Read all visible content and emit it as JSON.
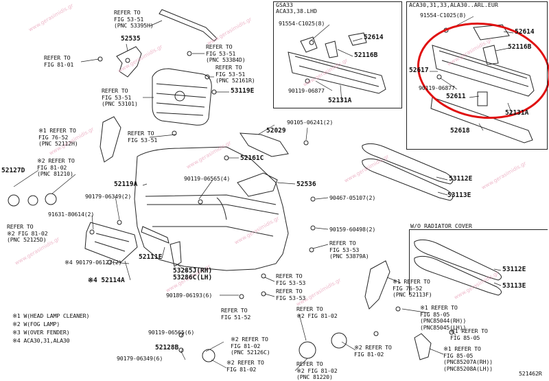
{
  "diagram_code": "521462R",
  "boxes": {
    "middle_header": [
      "GSA33",
      "ACA33,38.LHD"
    ],
    "right_header": "ACA30,31,33,ALA30..ARL.EUR",
    "radiator_header": "W/O RADIATOR COVER"
  },
  "watermark": "www.gerasimidis.gr",
  "labels": [
    {
      "id": "l1",
      "text": "REFER TO\nFIG 53-51\n(PNC 53395H)"
    },
    {
      "id": "l2",
      "text": "52535"
    },
    {
      "id": "l3",
      "text": "REFER TO\nFIG 81-01"
    },
    {
      "id": "l4",
      "text": "REFER TO\nFIG 53-51\n(PNC 53384D)"
    },
    {
      "id": "l5",
      "text": "REFER TO\nFIG 53-51\n(PNC 52161R)"
    },
    {
      "id": "l6",
      "text": "53119E"
    },
    {
      "id": "l7",
      "text": "REFER TO\nFIG 53-51\n(PNC 53101)"
    },
    {
      "id": "l8",
      "text": "※1 REFER TO\nFIG 76-52\n(PNC 52112H)"
    },
    {
      "id": "l9",
      "text": "REFER TO\nFIG 53-51"
    },
    {
      "id": "l10",
      "text": "52127D"
    },
    {
      "id": "l11",
      "text": "※2 REFER TO\nFIG 81-02\n(PNC 81210)"
    },
    {
      "id": "l12",
      "text": "52119A"
    },
    {
      "id": "l13",
      "text": "90119-06565(4)"
    },
    {
      "id": "l14",
      "text": "52161C"
    },
    {
      "id": "l15",
      "text": "90179-06349(2)"
    },
    {
      "id": "l16",
      "text": "91631-80614(2)"
    },
    {
      "id": "l17",
      "text": "REFER TO\n※2 FIG 81-02\n(PNC 52125D)"
    },
    {
      "id": "l18",
      "text": "※4 90179-06127(2)"
    },
    {
      "id": "l19",
      "text": "※4 52114A"
    },
    {
      "id": "l20",
      "text": "52111E"
    },
    {
      "id": "l21",
      "text": "53285J(RH)\n53286C(LH)"
    },
    {
      "id": "l22",
      "text": "90189-06193(6)"
    },
    {
      "id": "l23",
      "text": "REFER TO\nFIG 53-53"
    },
    {
      "id": "l24",
      "text": "REFER TO\nFIG 53-53"
    },
    {
      "id": "l25",
      "text": "REFER TO\nFIG 51-52"
    },
    {
      "id": "l26",
      "text": "52029"
    },
    {
      "id": "l27",
      "text": "90105-06241(2)"
    },
    {
      "id": "l28",
      "text": "52536"
    },
    {
      "id": "l29",
      "text": "90467-05107(2)"
    },
    {
      "id": "l30",
      "text": "90159-60498(2)"
    },
    {
      "id": "l31",
      "text": "REFER TO\nFIG 53-53\n(PNC 53879A)"
    },
    {
      "id": "l32",
      "text": "53112E"
    },
    {
      "id": "l33",
      "text": "53113E"
    },
    {
      "id": "l34",
      "text": "53112E"
    },
    {
      "id": "l35",
      "text": "53113E"
    },
    {
      "id": "l36",
      "text": "※1 REFER TO\nFIG 76-52\n(PNC 52113F)"
    },
    {
      "id": "l37",
      "text": "※1 REFER TO\nFIG 85-05\n(PNC85044(RH))\n(PNC85045(LH))"
    },
    {
      "id": "l38",
      "text": "※1 REFER TO\nFIG 85-05"
    },
    {
      "id": "l39",
      "text": "※1 REFER TO\nFIG 85-05\n(PNC85207A(RH))\n(PNC85208A(LH))"
    },
    {
      "id": "l40",
      "text": "REFER TO\n※2 FIG 81-02"
    },
    {
      "id": "l41",
      "text": "※2 REFER TO\nFIG 81-02\n(PNC 52126C)"
    },
    {
      "id": "l42",
      "text": "※2 REFER TO\nFIG 81-02"
    },
    {
      "id": "l43",
      "text": "REFER TO\n※2 FIG 81-02\n(PNC 81220)"
    },
    {
      "id": "l44",
      "text": "52128B"
    },
    {
      "id": "l45",
      "text": "90119-06565(6)"
    },
    {
      "id": "l46",
      "text": "90179-06349(6)"
    },
    {
      "id": "l47",
      "text": "※2 REFER TO\nFIG 81-02"
    },
    {
      "id": "m1",
      "text": "91554-C1025(8)"
    },
    {
      "id": "m2",
      "text": "52614"
    },
    {
      "id": "m3",
      "text": "52116B"
    },
    {
      "id": "m4",
      "text": "90119-06877"
    },
    {
      "id": "m5",
      "text": "52131A"
    },
    {
      "id": "r1",
      "text": "91554-C1025(8)"
    },
    {
      "id": "r2",
      "text": "52614"
    },
    {
      "id": "r3",
      "text": "52116B"
    },
    {
      "id": "r4",
      "text": "52617"
    },
    {
      "id": "r5",
      "text": "90119-06877"
    },
    {
      "id": "r6",
      "text": "52611"
    },
    {
      "id": "r7",
      "text": "52131A"
    },
    {
      "id": "r8",
      "text": "52618"
    }
  ],
  "legend": [
    "※1 W(HEAD LAMP CLEANER)",
    "※2 W(FOG LAMP)",
    "※3 W(OVER FENDER)",
    "※4 ACA30,31,ALA30"
  ]
}
